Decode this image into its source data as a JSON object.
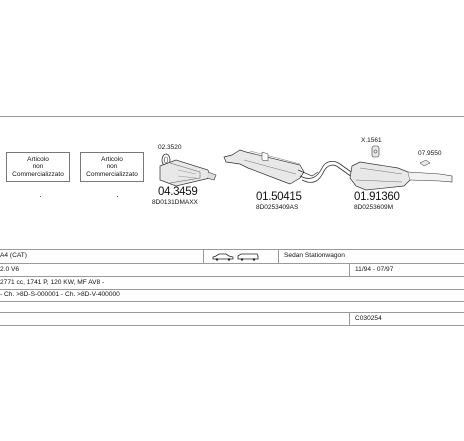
{
  "not_commercialized_boxes": [
    {
      "line1": "Articolo",
      "line2": "non",
      "line3": "Commercializzato"
    },
    {
      "line1": "Articolo",
      "line2": "non",
      "line3": "Commercializzato"
    }
  ],
  "parts": [
    {
      "code": "04.3459",
      "ref": "8D0131DMAXX",
      "clamp_code": "02.3520"
    },
    {
      "code": "01.50415",
      "ref": "8D0253409AS"
    },
    {
      "code": "01.91360",
      "ref": "8D0253609M",
      "hanger_code": "X.1561"
    },
    {
      "code": "",
      "ref": "",
      "tailpipe_code": "07.9550"
    }
  ],
  "vehicle": {
    "model": "A4 (CAT)",
    "body": "Sedan Stationwagon",
    "engine": "2.0 V6",
    "years": "11/94 - 07/97",
    "spec": "2771 cc, 1741 P, 120 KW, MF AV8 -",
    "chassis": "- Ch. >8D-S-000001 - Ch. >8D-V-400000",
    "catalog_code": "C030254"
  },
  "colors": {
    "line": "#9a9a9a",
    "part_fill": "#e8e8e8",
    "part_stroke": "#333333"
  }
}
